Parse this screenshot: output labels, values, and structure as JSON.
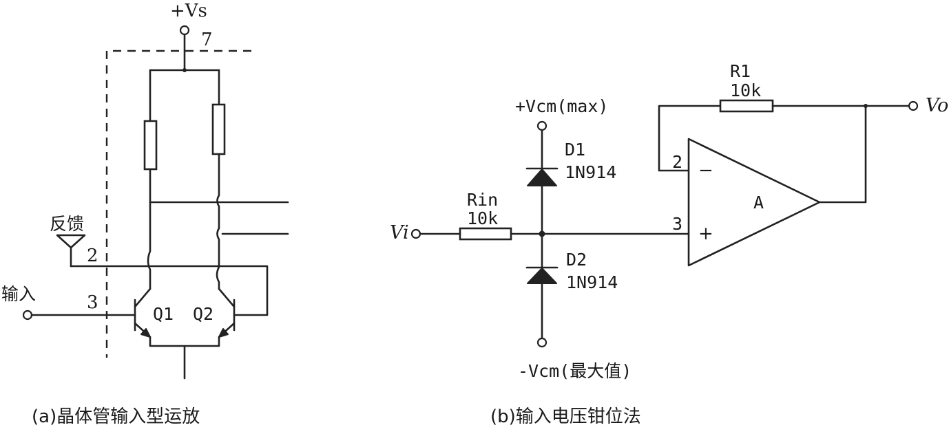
{
  "left_circuit": {
    "supply_label": "+Vs",
    "pin_supply": "7",
    "pin_feedback": "2",
    "pin_input": "3",
    "feedback_label": "反馈",
    "input_label": "输入",
    "q1_label": "Q1",
    "q2_label": "Q2",
    "caption": "(a)晶体管输入型运放"
  },
  "right_circuit": {
    "vcm_max_label": "+Vcm(max)",
    "vcm_min_label": "-Vcm(最大值)",
    "d1_name": "D1",
    "d1_part": "1N914",
    "d2_name": "D2",
    "d2_part": "1N914",
    "rin_name": "Rin",
    "rin_value": "10k",
    "r1_name": "R1",
    "r1_value": "10k",
    "vi_label": "Vi",
    "vo_label": "Vo",
    "pin_inv": "2",
    "pin_noninv": "3",
    "minus_sign": "−",
    "plus_sign": "+",
    "amp_label": "A",
    "caption": "(b)输入电压钳位法"
  }
}
